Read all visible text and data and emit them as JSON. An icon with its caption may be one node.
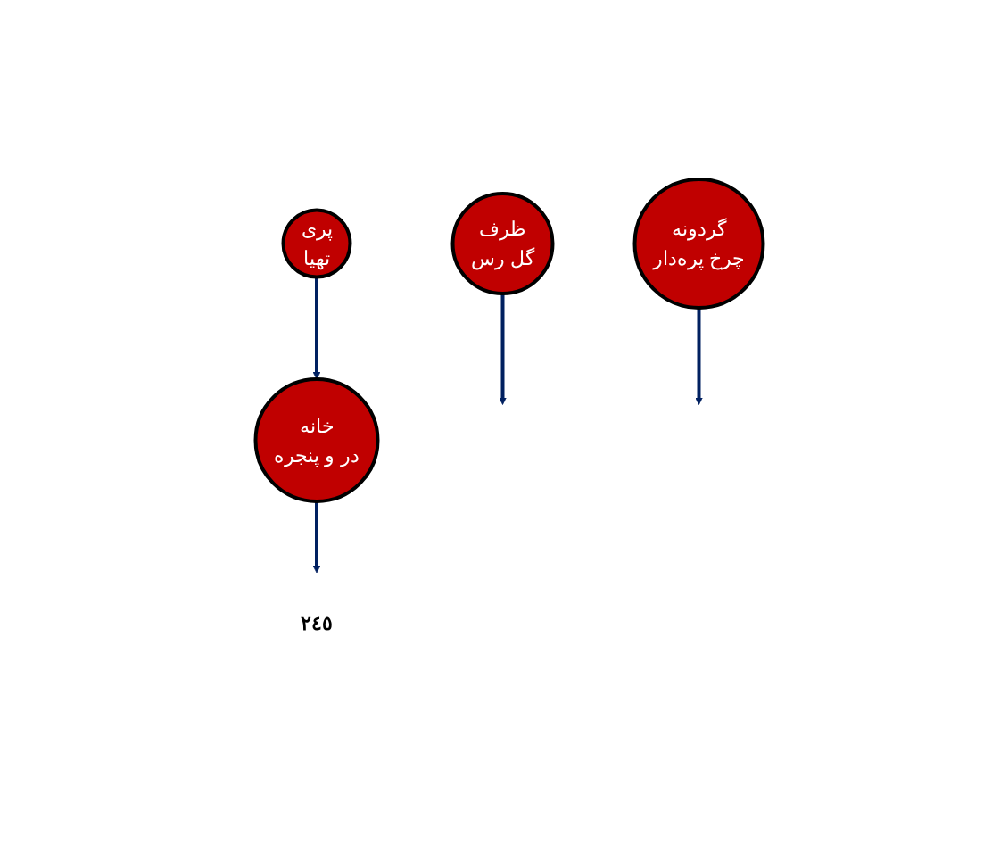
{
  "diagram": {
    "nodes": [
      {
        "text": [
          "پری",
          "تهیا"
        ]
      },
      {
        "text": [
          "ظرف",
          "گل رس"
        ]
      },
      {
        "text": [
          "گردونه",
          "چرخ پره‌دار"
        ]
      },
      {
        "text": [
          "خانه",
          "در و پنجره"
        ]
      },
      {
        "text": [
          "٢٤٥"
        ]
      }
    ],
    "edges": [
      {
        "from": 0,
        "to": 3,
        "arrow": "to"
      },
      {
        "from": 3,
        "to": 4,
        "arrow": "to"
      },
      {
        "from": 1,
        "to": null,
        "arrow": "to"
      },
      {
        "from": 2,
        "to": null,
        "arrow": "to"
      }
    ]
  }
}
